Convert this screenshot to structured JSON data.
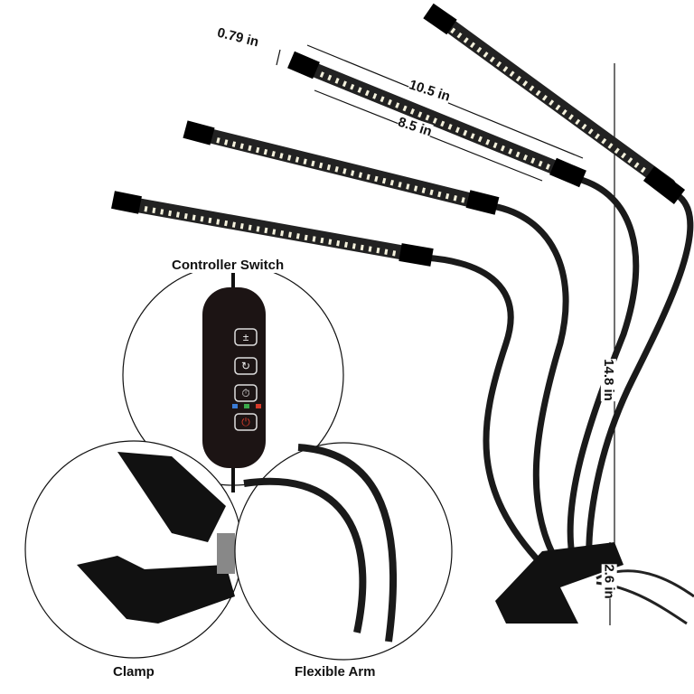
{
  "dimensions": {
    "bar_diameter": "0.79 in",
    "long_bar_length": "10.5 in",
    "short_bar_length": "8.5 in",
    "total_height": "14.8 in",
    "clamp_height": "2.6 in"
  },
  "callouts": {
    "controller": "Controller Switch",
    "clamp": "Clamp",
    "arm": "Flexible Arm"
  },
  "controller_buttons": [
    "±",
    "↻",
    "⏱",
    "⏻"
  ],
  "colors": {
    "body": "#111111",
    "led": "#f4f1dc",
    "power_button": "#d63a2a",
    "indicator_blue": "#3a7bd5",
    "indicator_green": "#3aa84a",
    "indicator_red": "#d63a2a"
  }
}
